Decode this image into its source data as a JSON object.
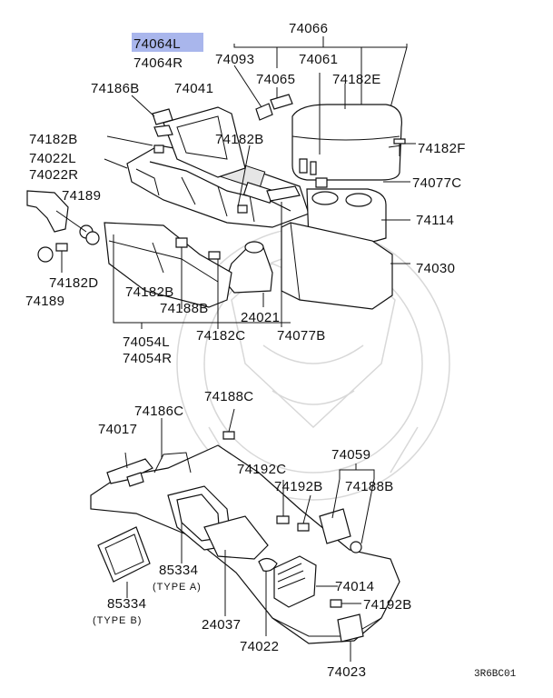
{
  "diagram": {
    "labels": {
      "p74066": "74066",
      "p74064L": "74064L",
      "p74064R": "74064R",
      "p74093": "74093",
      "p74061": "74061",
      "p74065": "74065",
      "p74182E": "74182E",
      "p74186B": "74186B",
      "p74041": "74041",
      "p74182B_a": "74182B",
      "p74182B_b": "74182B",
      "p74182F": "74182F",
      "p74022L": "74022L",
      "p74022R": "74022R",
      "p74077C": "74077C",
      "p74189_a": "74189",
      "p74114": "74114",
      "p74030": "74030",
      "p74182D": "74182D",
      "p74189_b": "74189",
      "p74182B_c": "74182B",
      "p74188B_a": "74188B",
      "p24021": "24021",
      "p74182C": "74182C",
      "p74077B": "74077B",
      "p74054L": "74054L",
      "p74054R": "74054R",
      "p74188C": "74188C",
      "p74186C": "74186C",
      "p74017": "74017",
      "p74059": "74059",
      "p74192C": "74192C",
      "p74192B_a": "74192B",
      "p74188B_b": "74188B",
      "p85334_a": "85334",
      "p85334_a_type": "(TYPE A)",
      "p74014": "74014",
      "p74192B_b": "74192B",
      "p85334_b": "85334",
      "p85334_b_type": "(TYPE B)",
      "p24037": "24037",
      "p74022_lower": "74022",
      "p74023": "74023"
    },
    "highlight_color": "#a9b6ec",
    "drawing_code": "3R6BC01"
  }
}
